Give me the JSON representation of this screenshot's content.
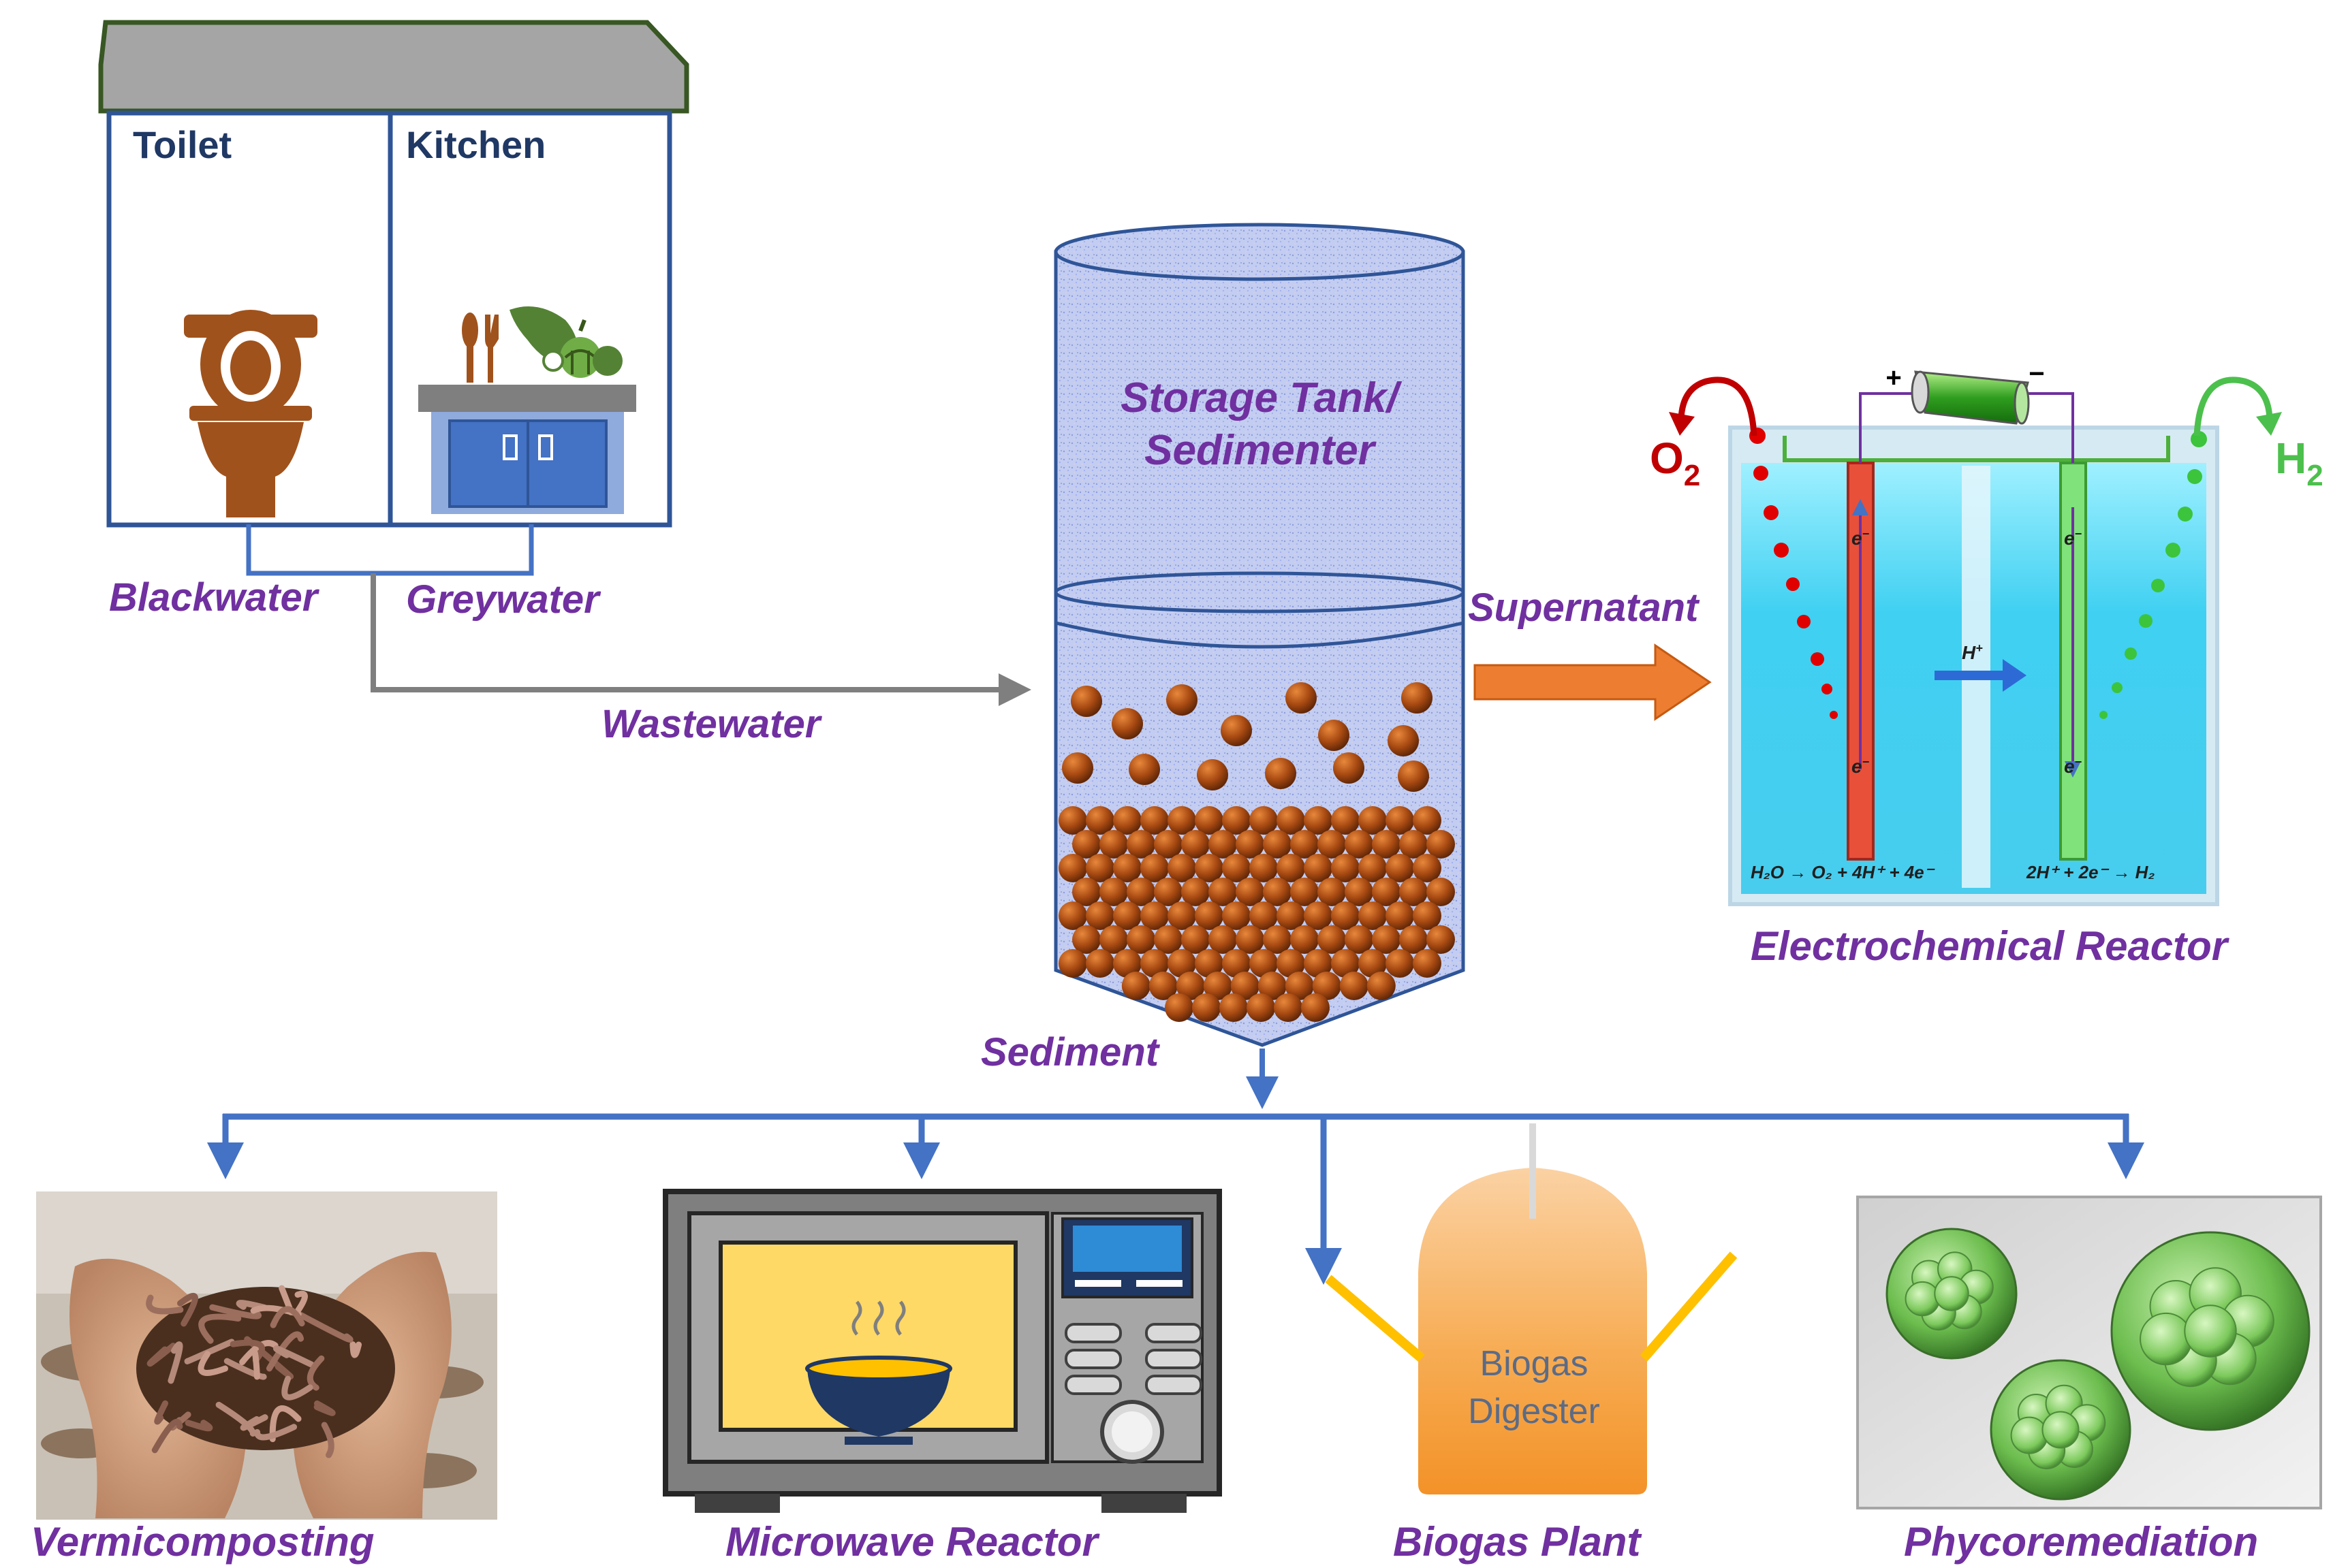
{
  "house": {
    "rooms": [
      "Toilet",
      "Kitchen"
    ],
    "outputs": [
      "Blackwater",
      "Greywater"
    ]
  },
  "flows": {
    "wastewater": "Wastewater",
    "supernatant": "Supernatant",
    "sediment": "Sediment"
  },
  "tank": {
    "title_line1": "Storage Tank/",
    "title_line2": "Sedimenter"
  },
  "reactor": {
    "title": "Electrochemical Reactor",
    "oxygen": "O",
    "oxygen_sub": "2",
    "hydrogen": "H",
    "hydrogen_sub": "2",
    "plus": "+",
    "minus": "−",
    "electron": "e",
    "proton": "H",
    "anode_eq": "H₂O → O₂ + 4H⁺ + 4e⁻",
    "cathode_eq": "2H⁺ + 2e⁻ → H₂"
  },
  "destinations": {
    "vermicomposting": "Vermicomposting",
    "microwave": "Microwave Reactor",
    "biogas": "Biogas Plant",
    "biogas_tank_line1": "Biogas",
    "biogas_tank_line2": "Digester",
    "phycoremediation": "Phycoremediation"
  },
  "colors": {
    "label_purple": "#7030a0",
    "room_label": "#1f3864",
    "house_outline": "#2f5597",
    "roof_fill": "#a5a5a5",
    "roof_outline": "#385723",
    "pipe_blue": "#4472c4",
    "gray_arrow": "#7f7f7f",
    "orange_arrow": "#ed7d31",
    "sediment_brown": "#a0480f",
    "toilet_brown": "#a0521c",
    "water_cyan": "#4fd2f0",
    "anode_red": "#e8503a",
    "cathode_green": "#70e070",
    "o2_red": "#c00000",
    "h2_green": "#4cc04c"
  }
}
